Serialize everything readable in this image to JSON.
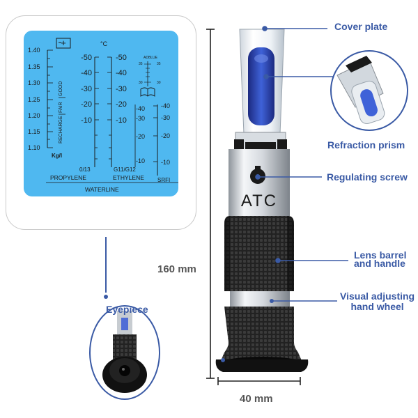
{
  "scale": {
    "left_values": [
      "1.40",
      "1.35",
      "1.30",
      "1.25",
      "1.20",
      "1.15",
      "1.10"
    ],
    "unit_left": "Kg/l",
    "status_labels": [
      "RECHARGE",
      "FAIR",
      "GOOD"
    ],
    "celsius_unit": "°C",
    "propylene_ticks": [
      "-50",
      "-40",
      "-30",
      "-20",
      "-10"
    ],
    "ethylene_ticks": [
      "-50",
      "-40",
      "-30",
      "-20",
      "-10"
    ],
    "adblue_label": "ADBLUE",
    "adblue_ticks": [
      "35",
      "30"
    ],
    "sr_ticks": [
      "-40",
      "-30",
      "-20",
      "-10"
    ],
    "sr_ticks_right": [
      "-40",
      "-30",
      "-20",
      "-10"
    ],
    "g_label_left": "0/13",
    "g_label_right": "G11/G12",
    "propylene": "PROPYLENE",
    "ethylene": "ETHYLENE",
    "srfi": "SRFI",
    "waterline": "WATERLINE"
  },
  "device": {
    "atc_text": "ATC"
  },
  "labels": {
    "cover_plate": "Cover plate",
    "refraction_prism": "Refraction prism",
    "regulating_screw": "Regulating screw",
    "lens_barrel_1": "Lens barrel",
    "lens_barrel_2": "and handle",
    "visual_adjusting_1": "Visual adjusting",
    "visual_adjusting_2": "hand wheel",
    "eyepiece": "Eyepiece"
  },
  "dimensions": {
    "height": "160 mm",
    "width": "40 mm"
  },
  "colors": {
    "accent": "#3a5aa5",
    "scale_blue": "#4fb8f0",
    "dark": "#1a1a1a"
  }
}
